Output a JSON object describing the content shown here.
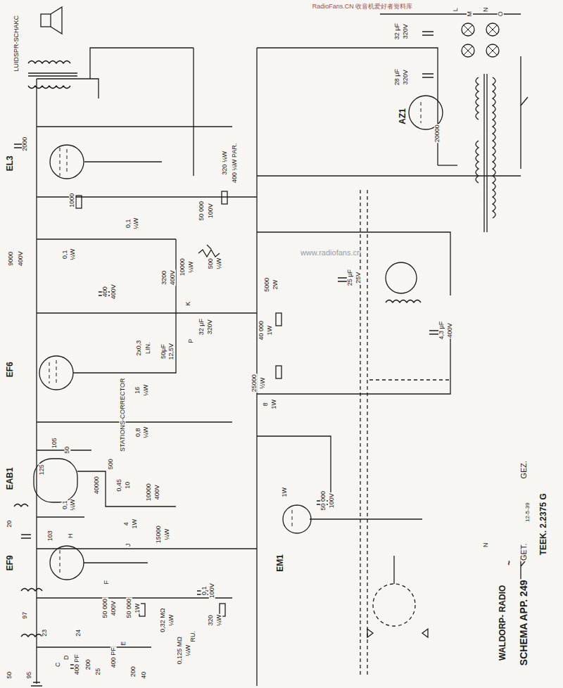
{
  "diagram": {
    "labels": [
      "RadioFans.CN 收音机爱好者资料库",
      "www.radiofans.cn",
      "LUIDSPR-SCHAKC",
      "EL3",
      "2000",
      "1000",
      "9000",
      "400V",
      "0,1",
      "¼W",
      "0,1",
      "¼W",
      "320 ¼W",
      "400 ¼W PAR.",
      "50 000",
      "100V",
      "500",
      "¼W",
      "EF6",
      "400",
      "400V",
      "3200",
      "400V",
      "10000",
      "¼W",
      "K",
      "P",
      "32 μF",
      "320V",
      "2x0,3",
      "LIN.",
      "50μF",
      "12,5V",
      "16",
      "¼W",
      "25000",
      "½W",
      "40 000",
      "1W",
      "5000",
      "2W",
      "8",
      "1W",
      "EAB1",
      "125",
      "105",
      "50",
      "0,1",
      "¼W",
      "H",
      "20",
      "103",
      "40000",
      "500",
      "STATIONS-CORRECTOR",
      "0,8",
      "¼W",
      "0,45",
      "10",
      "10000",
      "400V",
      "4",
      "1W",
      "15000",
      "¼W",
      "EM1",
      "1W",
      "50 000",
      "100V",
      "EF9",
      "50 000",
      "400V",
      "F",
      "50 000",
      "1W",
      "J",
      "0,1",
      "100V",
      "320",
      "¼W",
      "RU.",
      "0,32 MΩ",
      "¼W",
      "0,125 MΩ",
      "¼W",
      "E",
      "97",
      "C",
      "D",
      "95",
      "50",
      "23",
      "24",
      "25",
      "400 PF",
      "200",
      "400 PF",
      "200",
      "40",
      "25 μF",
      "25V",
      "32 μF",
      "320V",
      "28 μF",
      "320V",
      "AZ1",
      "20000",
      "4,3 μF",
      "400V",
      "L",
      "M",
      "N",
      "O",
      "~",
      "N",
      "WALDORP- RADIO",
      "SCHEMA APP. 249",
      "TEEK. 2.2375 G",
      "GET.",
      "12-5-39",
      "GEZ."
    ]
  }
}
